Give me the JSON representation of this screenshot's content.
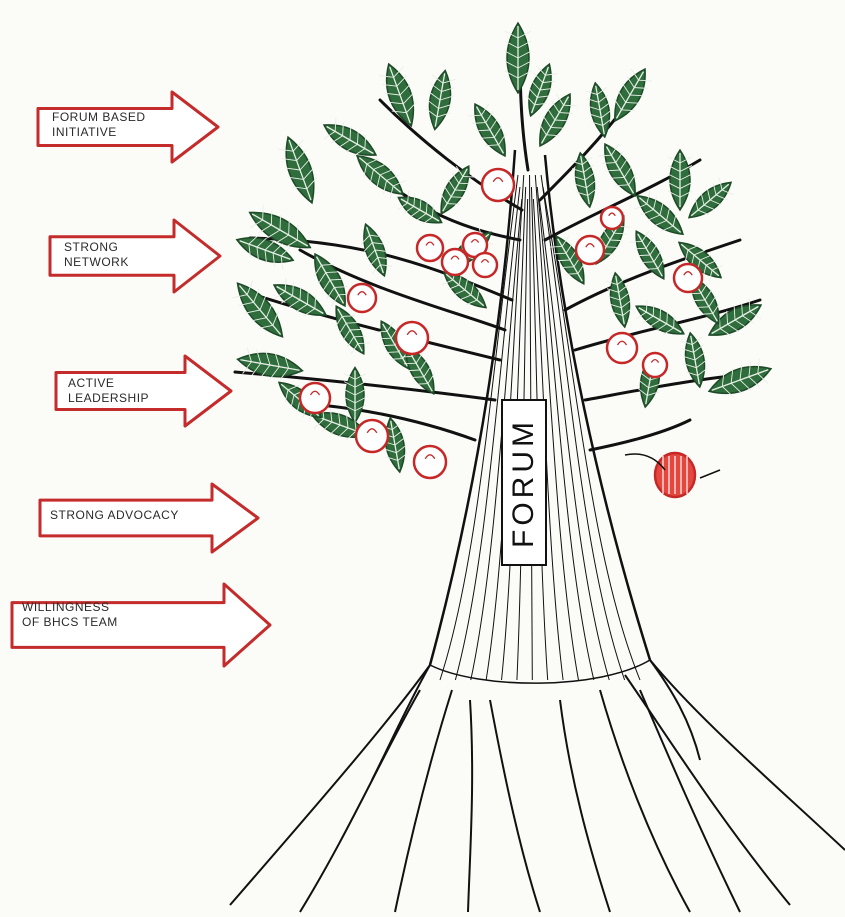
{
  "trunk": {
    "label": "FORUM"
  },
  "arrows": [
    {
      "label": "FORUM BASED\nINITIATIVE"
    },
    {
      "label": "STRONG\nNETWORK"
    },
    {
      "label": "ACTIVE\nLEADERSHIP"
    },
    {
      "label": "STRONG ADVOCACY"
    },
    {
      "label": "WILLINGNESS\nOF BHCS TEAM"
    }
  ],
  "colors": {
    "arrow_outline": "#c42b2b",
    "leaf_fill": "#2f6e3c",
    "leaf_vein": "#e8efe6",
    "fruit_outline": "#c62828",
    "ink": "#111111",
    "paper": "#fbfbf8"
  }
}
